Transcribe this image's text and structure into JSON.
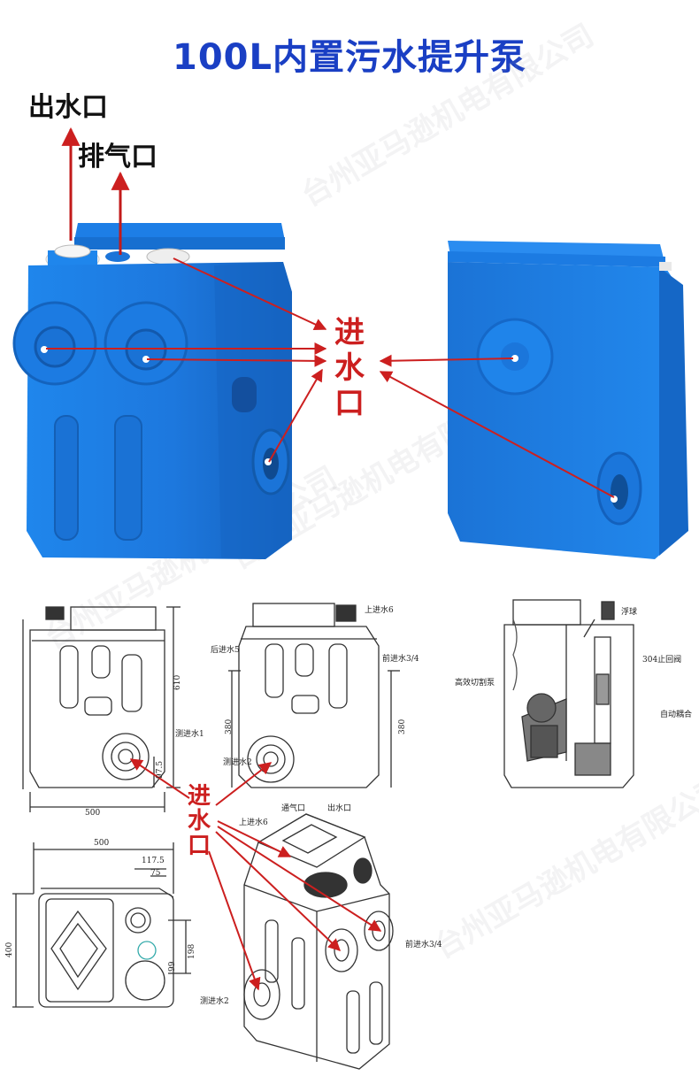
{
  "title": "100L内置污水提升泵",
  "colors": {
    "title": "#1a3fc4",
    "tank_blue": "#1e7fe3",
    "tank_dark": "#135fb8",
    "arrow_red": "#cc1f1f",
    "line_dark": "#333333"
  },
  "photo_labels": {
    "outlet": "出水口",
    "vent": "排气口",
    "inlet_char1": "进",
    "inlet_char2": "水",
    "inlet_char3": "口"
  },
  "diagram_labels": {
    "top_inlet_6_a": "上进水6",
    "rear_inlet_5": "后进水5",
    "front_inlet_34_a": "前进水3/4",
    "side_inlet_1": "测进水1",
    "side_inlet_2_a": "测进水2",
    "float_ball": "浮球",
    "check_valve_304": "304止回阀",
    "cutting_pump": "高效切割泵",
    "auto_coupling": "自动耦合",
    "vent_port": "通气口",
    "outlet_port": "出水口",
    "top_inlet_6_b": "上进水6",
    "front_inlet_34_b": "前进水3/4",
    "side_inlet_2_b": "测进水2"
  },
  "dimensions": {
    "height_610": "610",
    "height_380_a": "380",
    "height_380_b": "380",
    "dim_97_5": "97.5",
    "width_500_a": "500",
    "width_500_b": "500",
    "dim_117_5": "117.5",
    "dim_75": "75",
    "depth_400": "400",
    "dim_198": "198",
    "dim_99": "99"
  },
  "red_center_label": {
    "char1": "进",
    "char2": "水",
    "char3": "口"
  },
  "watermark": "台州亚马逊机电有限公司"
}
